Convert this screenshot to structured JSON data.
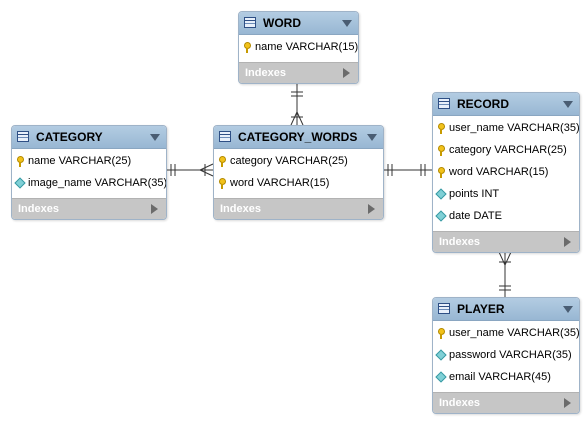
{
  "tables": [
    {
      "id": "word",
      "name": "WORD",
      "indexes_label": "Indexes",
      "columns": [
        {
          "text": "name VARCHAR(15)",
          "icon": "key-icon"
        }
      ]
    },
    {
      "id": "category",
      "name": "CATEGORY",
      "indexes_label": "Indexes",
      "columns": [
        {
          "text": "name VARCHAR(25)",
          "icon": "key-icon"
        },
        {
          "text": "image_name VARCHAR(35)",
          "icon": "attribute-icon"
        }
      ]
    },
    {
      "id": "category_words",
      "name": "CATEGORY_WORDS",
      "indexes_label": "Indexes",
      "columns": [
        {
          "text": "category VARCHAR(25)",
          "icon": "key-icon"
        },
        {
          "text": "word VARCHAR(15)",
          "icon": "key-icon"
        }
      ]
    },
    {
      "id": "record",
      "name": "RECORD",
      "indexes_label": "Indexes",
      "columns": [
        {
          "text": "user_name VARCHAR(35)",
          "icon": "key-icon"
        },
        {
          "text": "category VARCHAR(25)",
          "icon": "key-icon"
        },
        {
          "text": "word VARCHAR(15)",
          "icon": "key-icon"
        },
        {
          "text": "points INT",
          "icon": "attribute-icon"
        },
        {
          "text": "date DATE",
          "icon": "attribute-icon"
        }
      ]
    },
    {
      "id": "player",
      "name": "PLAYER",
      "indexes_label": "Indexes",
      "columns": [
        {
          "text": "user_name VARCHAR(35)",
          "icon": "key-icon"
        },
        {
          "text": "password VARCHAR(35)",
          "icon": "attribute-icon"
        },
        {
          "text": "email VARCHAR(45)",
          "icon": "attribute-icon"
        }
      ]
    }
  ],
  "relationships": [
    {
      "from": "word",
      "to": "category_words",
      "from_end": "one",
      "to_end": "many"
    },
    {
      "from": "category",
      "to": "category_words",
      "from_end": "one",
      "to_end": "many"
    },
    {
      "from": "category_words",
      "to": "record",
      "from_end": "one",
      "to_end": "one"
    },
    {
      "from": "player",
      "to": "record",
      "from_end": "one",
      "to_end": "many"
    }
  ],
  "colors": {
    "header": "#a7c3dc",
    "indexes_bar": "#c6c6c6",
    "connector": "#333333",
    "key": "#f2c21b",
    "attribute": "#7fd0d6"
  }
}
